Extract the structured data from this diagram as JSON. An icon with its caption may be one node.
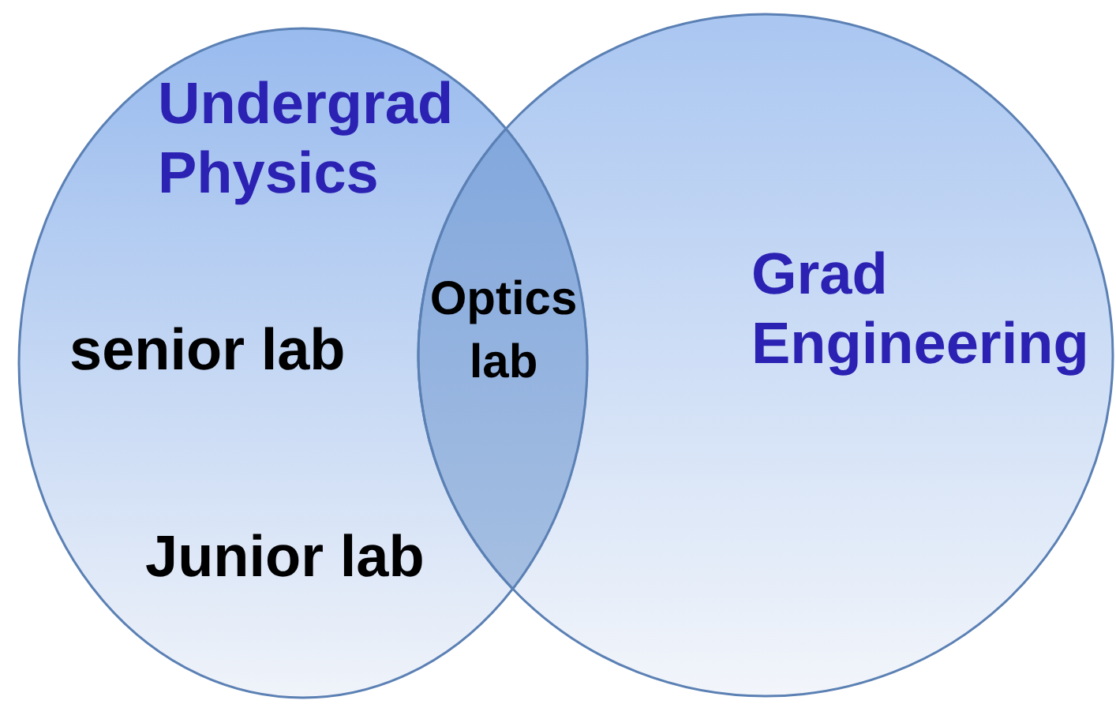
{
  "diagram": {
    "nodes": [
      {
        "text": [
          "Undergrad Physics"
        ]
      },
      {
        "text": [
          "Grad Engineering"
        ]
      },
      {
        "text": [
          "Optics lab"
        ]
      }
    ],
    "labels": [
      "senior lab",
      "Junior lab"
    ]
  }
}
